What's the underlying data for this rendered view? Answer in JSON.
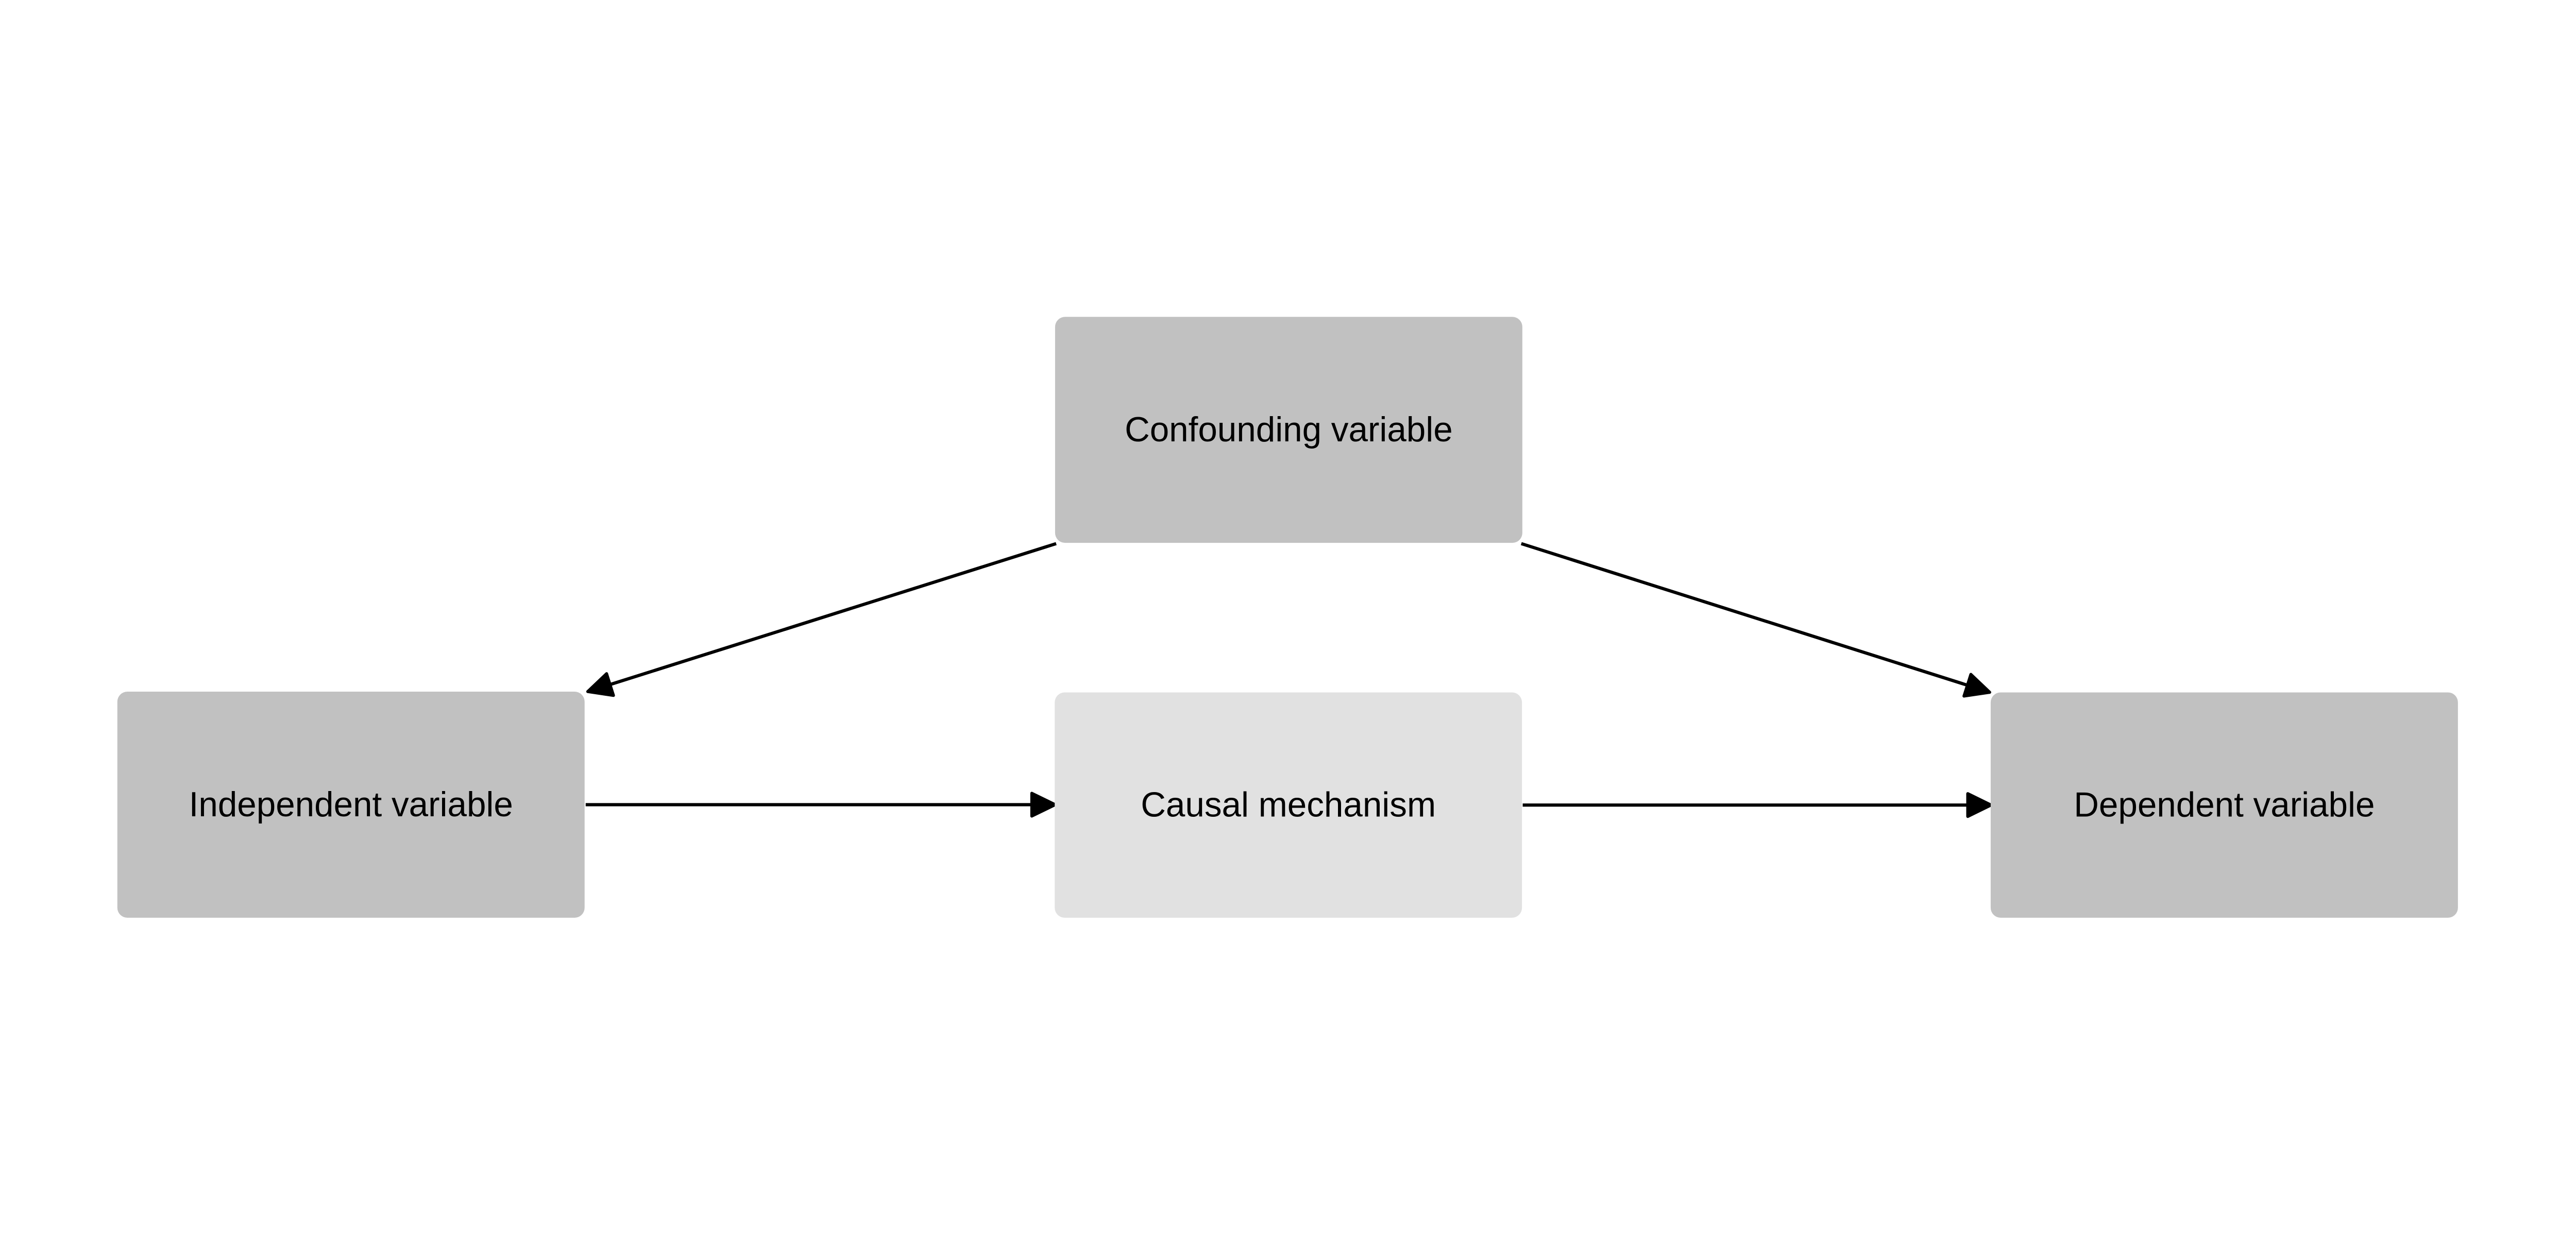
{
  "canvas": {
    "background": "#ffffff"
  },
  "style": {
    "edge_color": "#000000",
    "text_color": "#000000",
    "node_fill_dark": "#c1c1c1",
    "node_fill_light": "#e1e1e1"
  },
  "nodes": [
    {
      "id": "confounding-variable",
      "label": "Confounding variable",
      "fill": "#c1c1c1"
    },
    {
      "id": "independent-variable",
      "label": "Independent variable",
      "fill": "#c1c1c1"
    },
    {
      "id": "causal-mechanism",
      "label": "Causal mechanism",
      "fill": "#e1e1e1"
    },
    {
      "id": "dependent-variable",
      "label": "Dependent variable",
      "fill": "#c1c1c1"
    }
  ],
  "edges": [
    {
      "from": "Confounding variable",
      "to": "Independent variable",
      "style": "arrow"
    },
    {
      "from": "Confounding variable",
      "to": "Dependent variable",
      "style": "arrow"
    },
    {
      "from": "Independent variable",
      "to": "Causal mechanism",
      "style": "arrow"
    },
    {
      "from": "Causal mechanism",
      "to": "Dependent variable",
      "style": "arrow"
    }
  ]
}
